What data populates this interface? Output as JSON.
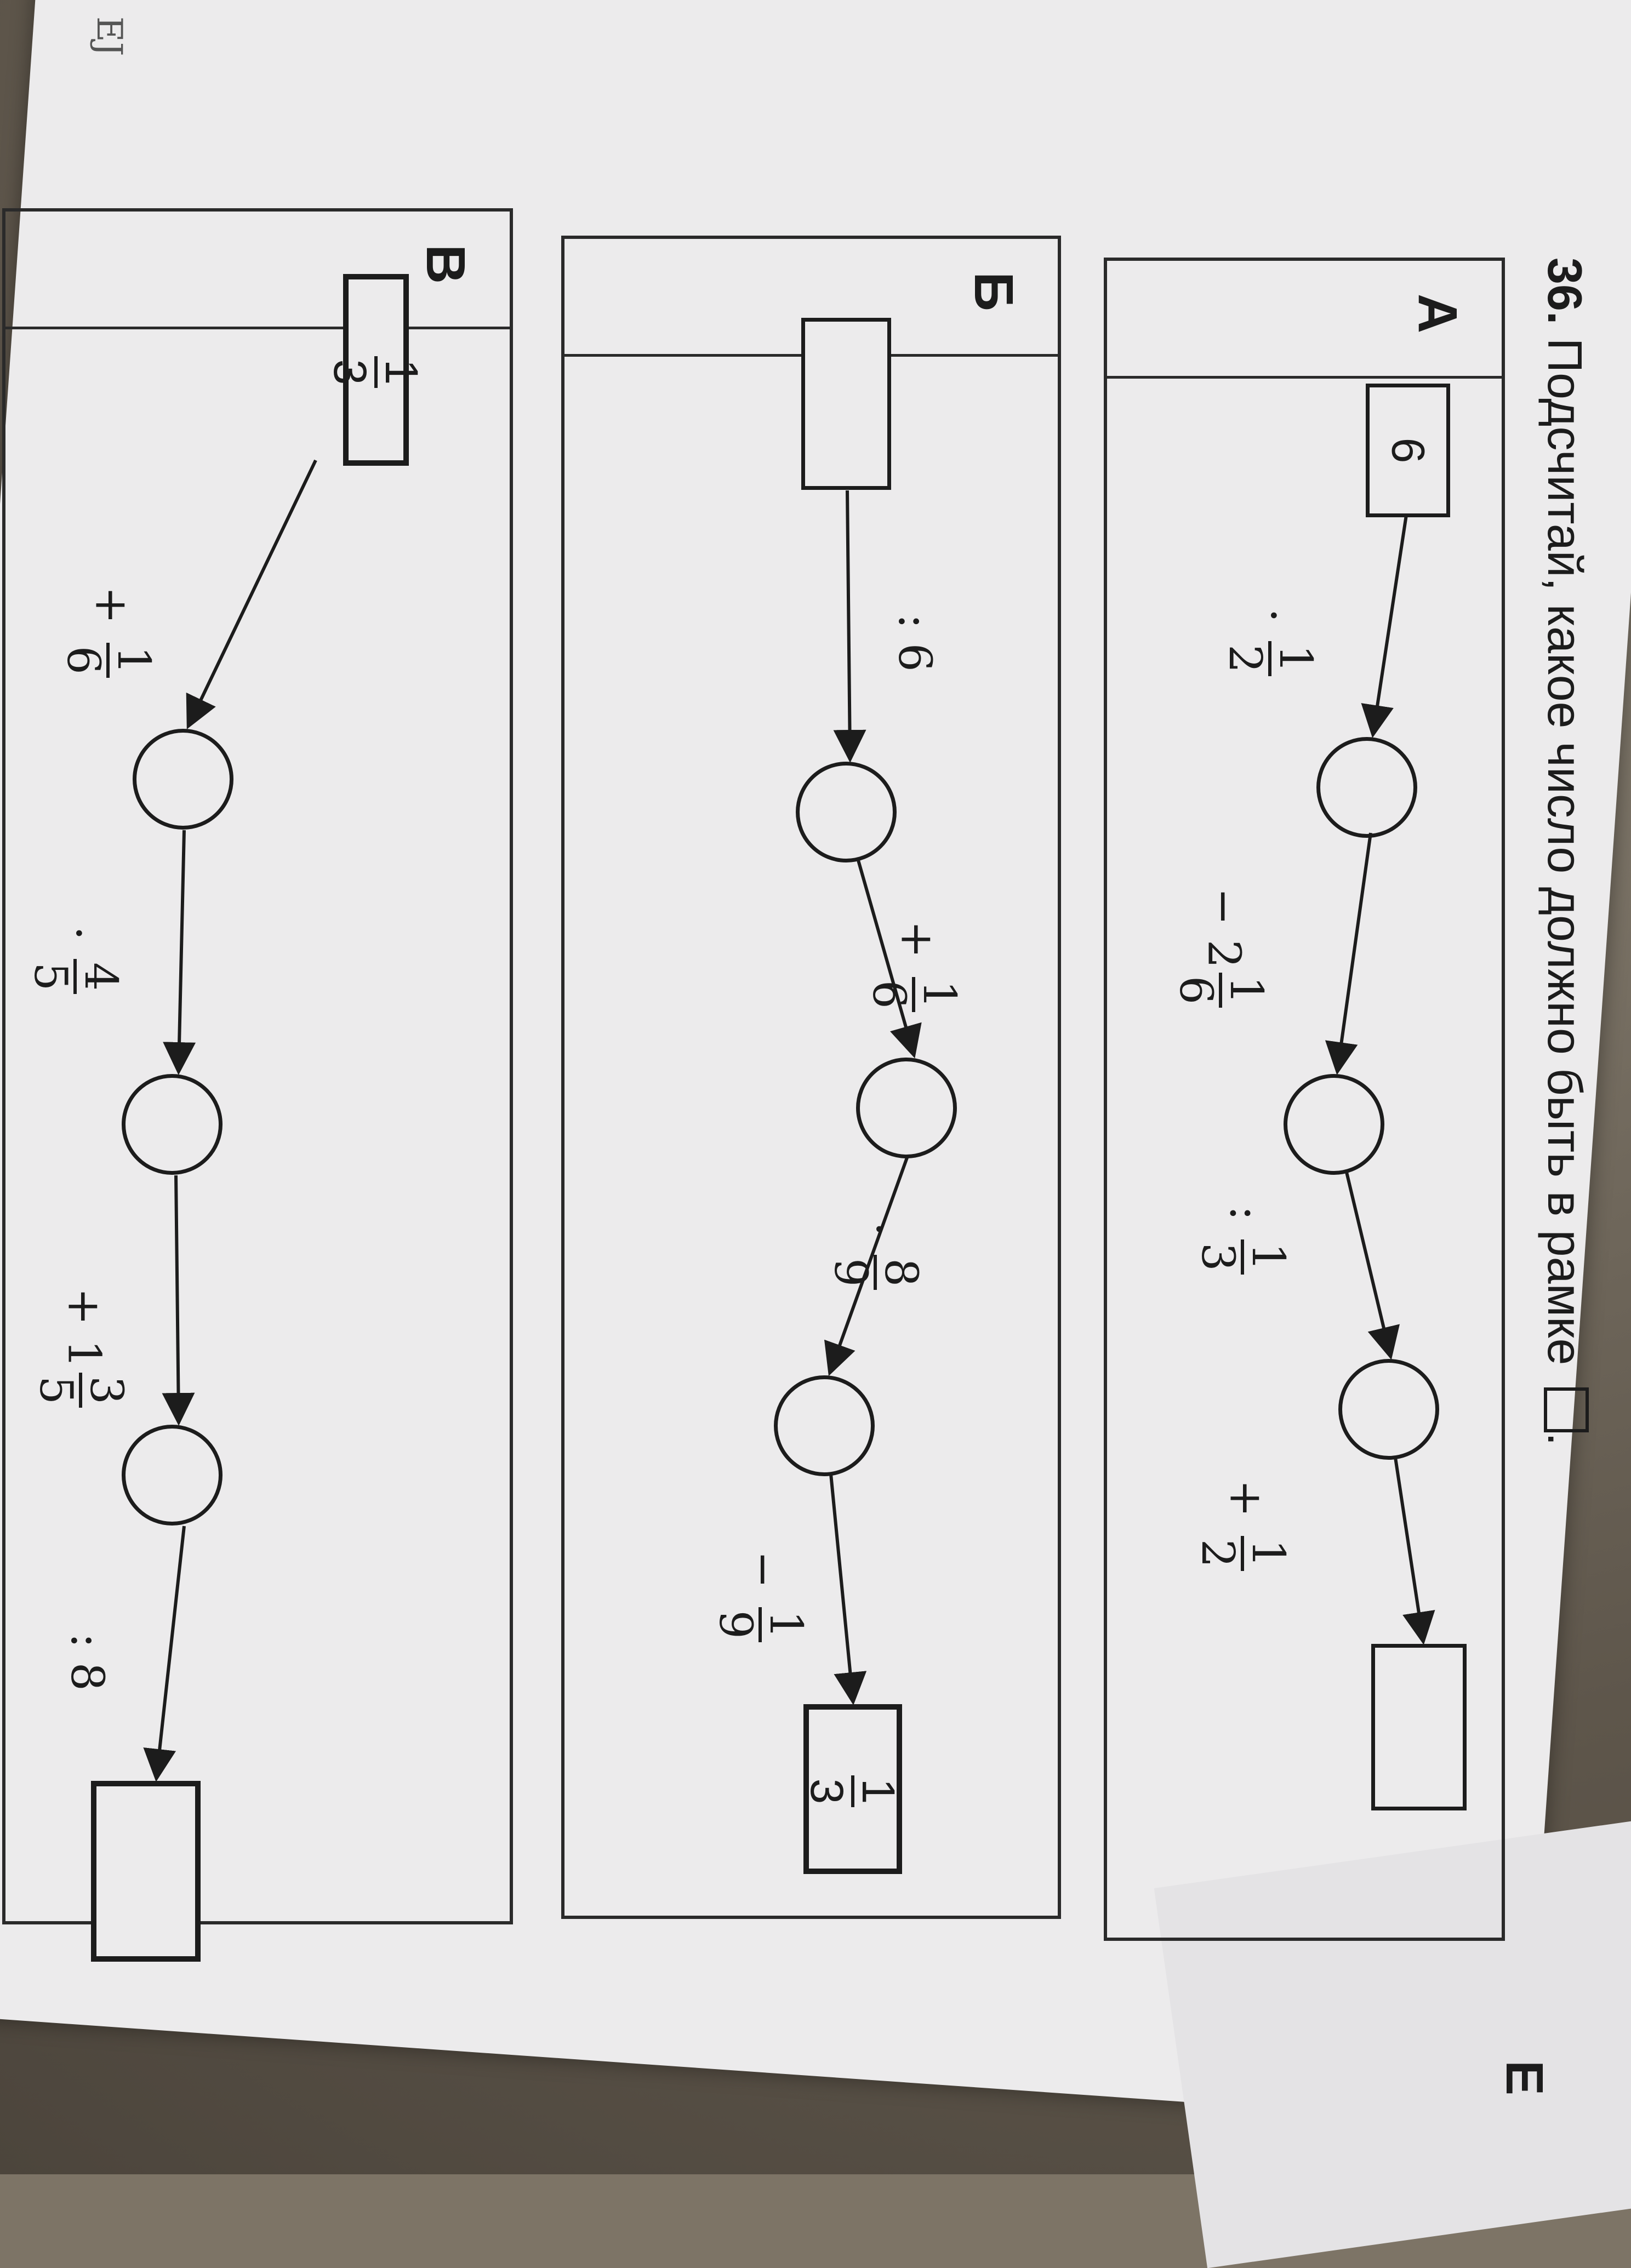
{
  "task": {
    "number": "36.",
    "text": "Подсчитай, какое число должно быть в рамке",
    "end": "."
  },
  "panels": [
    {
      "letter": "А",
      "start": "6",
      "ops": [
        {
          "sign": "·",
          "whole": "",
          "n": "1",
          "d": "2"
        },
        {
          "sign": "−",
          "whole": "2",
          "n": "1",
          "d": "6"
        },
        {
          "sign": ":",
          "whole": "",
          "n": "1",
          "d": "3"
        },
        {
          "sign": "+",
          "whole": "",
          "n": "1",
          "d": "2"
        }
      ],
      "end": ""
    },
    {
      "letter": "Б",
      "start": "",
      "ops": [
        {
          "sign": ": 6",
          "whole": "",
          "n": "",
          "d": ""
        },
        {
          "sign": "+",
          "whole": "",
          "n": "1",
          "d": "6"
        },
        {
          "sign": "·",
          "whole": "",
          "n": "8",
          "d": "9"
        },
        {
          "sign": "−",
          "whole": "",
          "n": "1",
          "d": "9"
        }
      ],
      "end": {
        "n": "1",
        "d": "3"
      }
    },
    {
      "letter": "В",
      "start": {
        "n": "1",
        "d": "3"
      },
      "ops": [
        {
          "sign": "+",
          "whole": "",
          "n": "1",
          "d": "6"
        },
        {
          "sign": "·",
          "whole": "",
          "n": "4",
          "d": "5"
        },
        {
          "sign": "+",
          "whole": "1",
          "n": "3",
          "d": "5"
        },
        {
          "sign": ": 8",
          "whole": "",
          "n": "",
          "d": ""
        }
      ],
      "end": ""
    }
  ],
  "next_panel_letter": "Е",
  "prev_page_fragment": "ЕЈ"
}
